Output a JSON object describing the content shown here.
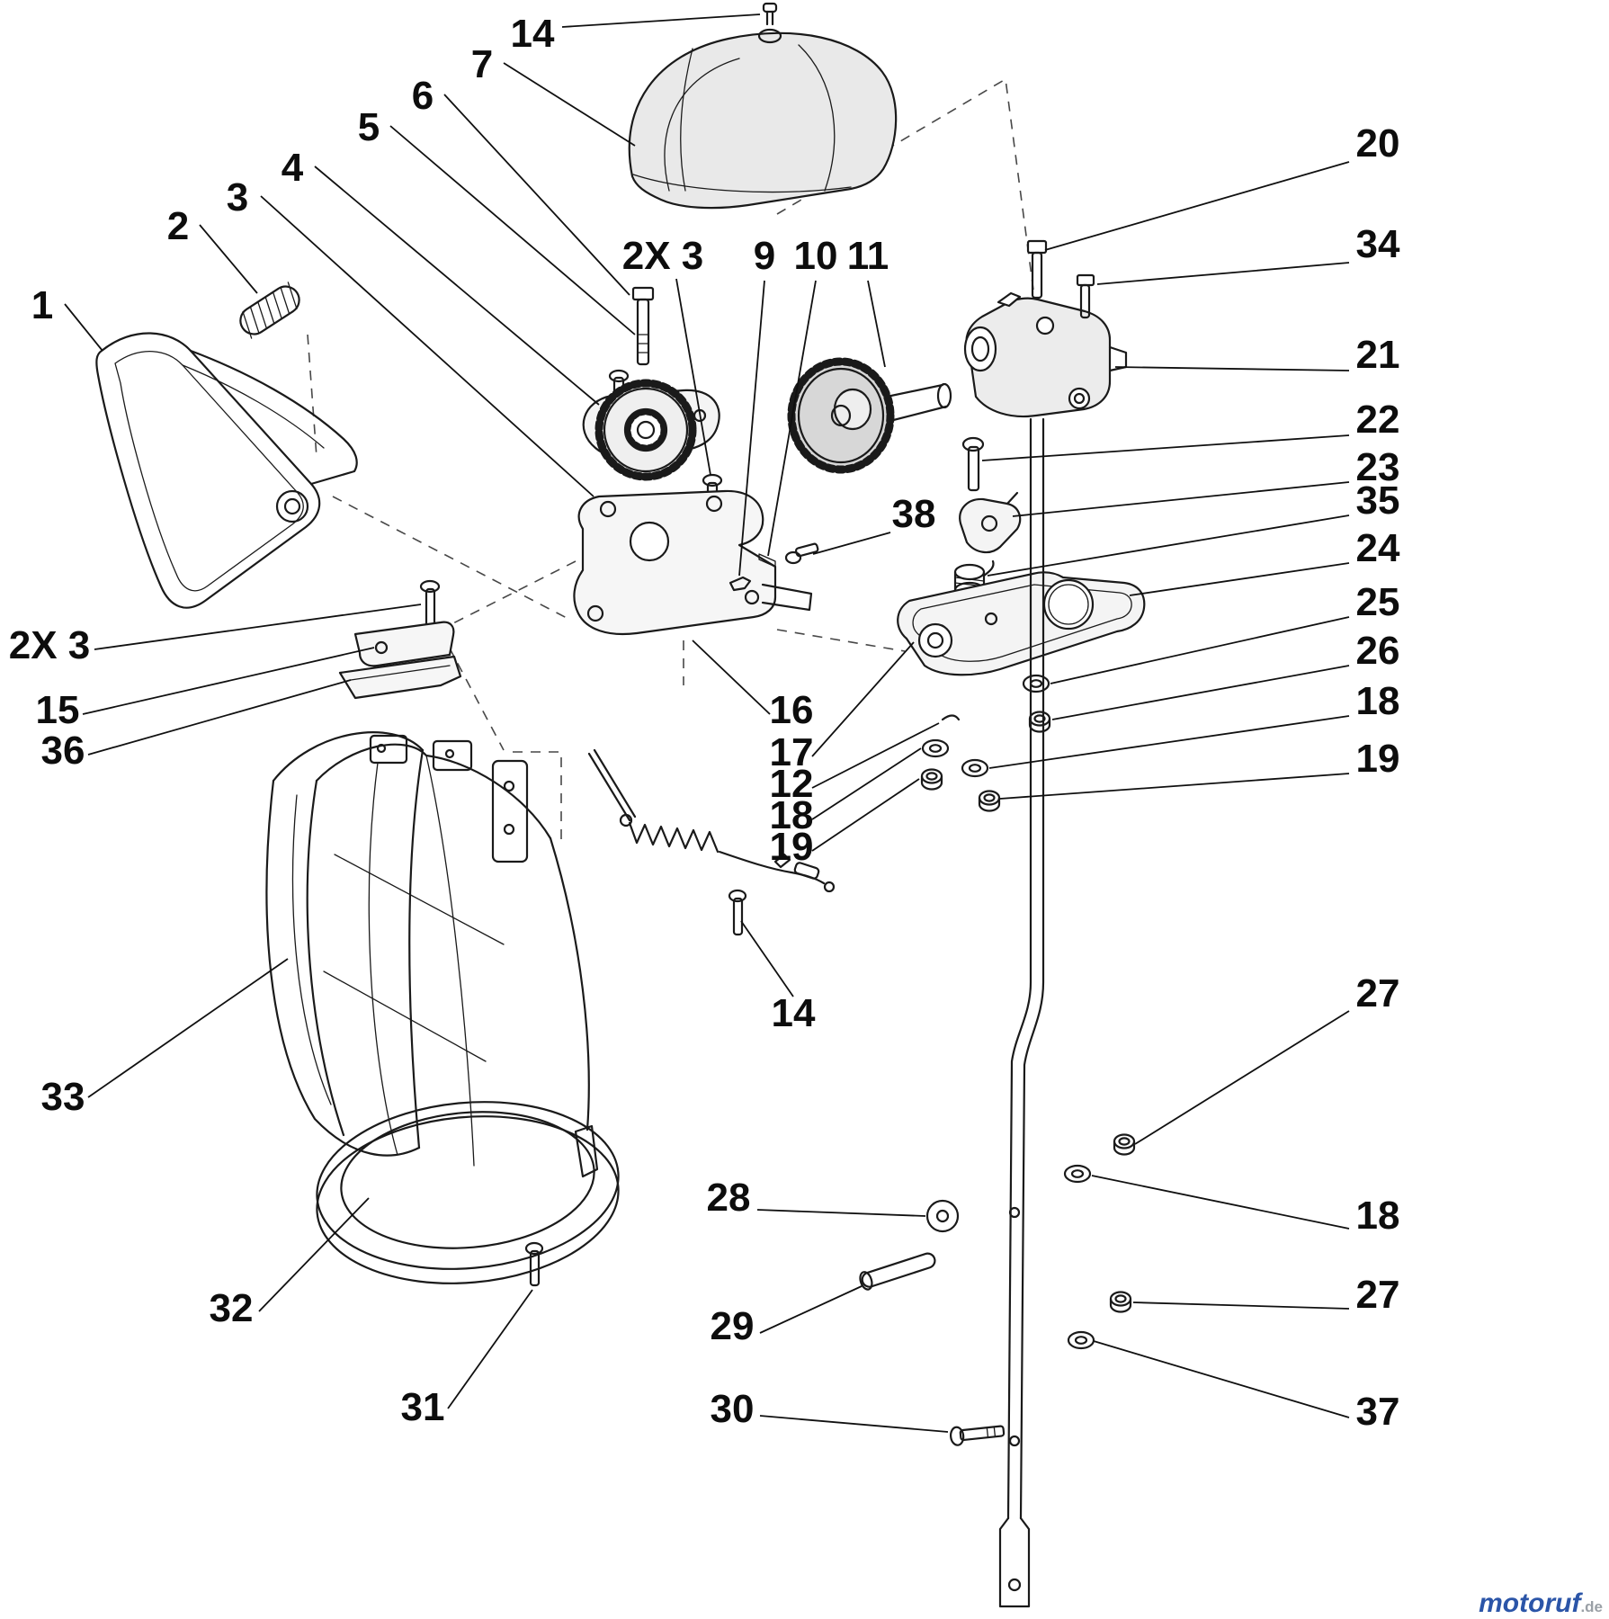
{
  "diagram": {
    "watermark": {
      "name": "motoruf",
      "tld": ".de"
    },
    "callouts": [
      {
        "label": "14"
      },
      {
        "label": "7"
      },
      {
        "label": "6"
      },
      {
        "label": "5"
      },
      {
        "label": "4"
      },
      {
        "label": "3"
      },
      {
        "label": "2"
      },
      {
        "label": "1"
      },
      {
        "label": "2X 3"
      },
      {
        "label": "9"
      },
      {
        "label": "10"
      },
      {
        "label": "11"
      },
      {
        "label": "20"
      },
      {
        "label": "34"
      },
      {
        "label": "21"
      },
      {
        "label": "22"
      },
      {
        "label": "23"
      },
      {
        "label": "35"
      },
      {
        "label": "24"
      },
      {
        "label": "25"
      },
      {
        "label": "26"
      },
      {
        "label": "18"
      },
      {
        "label": "19"
      },
      {
        "label": "38"
      },
      {
        "label": "2X 3"
      },
      {
        "label": "15"
      },
      {
        "label": "36"
      },
      {
        "label": "16"
      },
      {
        "label": "17"
      },
      {
        "label": "12"
      },
      {
        "label": "18"
      },
      {
        "label": "19"
      },
      {
        "label": "14"
      },
      {
        "label": "33"
      },
      {
        "label": "27"
      },
      {
        "label": "28"
      },
      {
        "label": "18"
      },
      {
        "label": "27"
      },
      {
        "label": "29"
      },
      {
        "label": "32"
      },
      {
        "label": "30"
      },
      {
        "label": "31"
      },
      {
        "label": "37"
      }
    ]
  }
}
